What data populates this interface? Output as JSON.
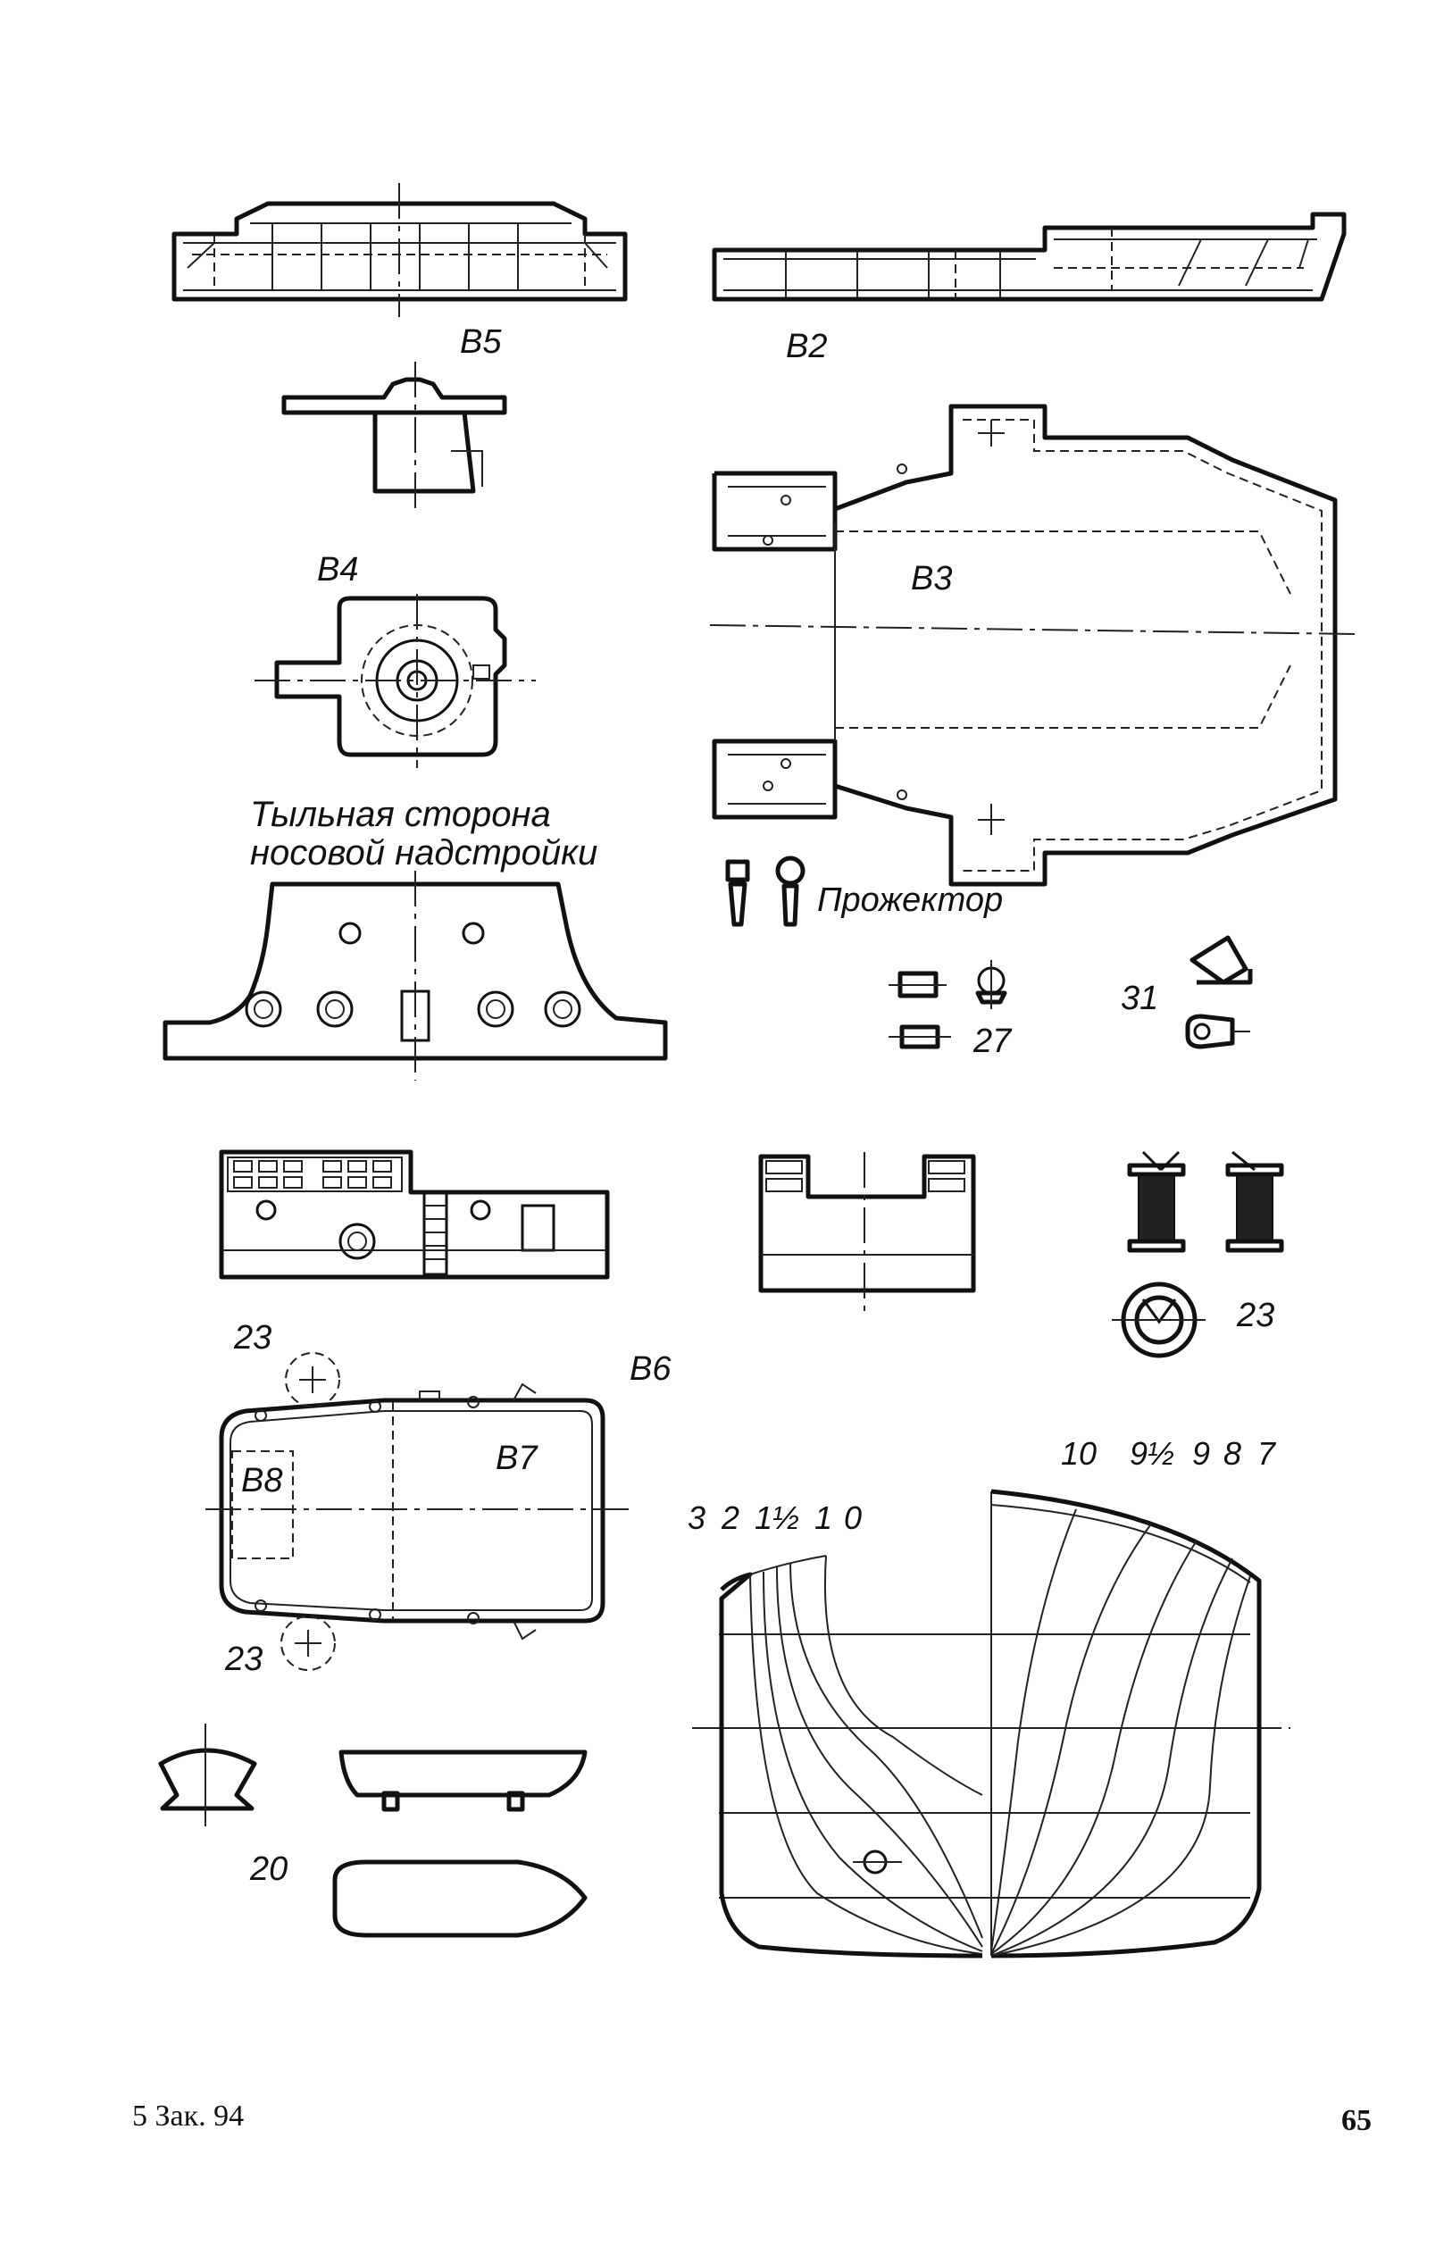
{
  "labels": {
    "b5": "B5",
    "b2": "B2",
    "b4": "B4",
    "b3": "B3",
    "b6": "B6",
    "b7": "B7",
    "b8": "B8",
    "n23a": "23",
    "n23b": "23",
    "n23c": "23",
    "n27": "27",
    "n31": "31",
    "n20": "20",
    "searchlight": "Прожектор"
  },
  "caption": {
    "line1": "Тыльная сторона",
    "line2": "носовой надстройки"
  },
  "body_plan": {
    "stations_left": [
      "3",
      "2",
      "1½",
      "1",
      "0"
    ],
    "stations_right": [
      "10",
      "9½",
      "9",
      "8",
      "7"
    ]
  },
  "footer": {
    "order": "5 Зак. 94",
    "page_number": "65"
  }
}
